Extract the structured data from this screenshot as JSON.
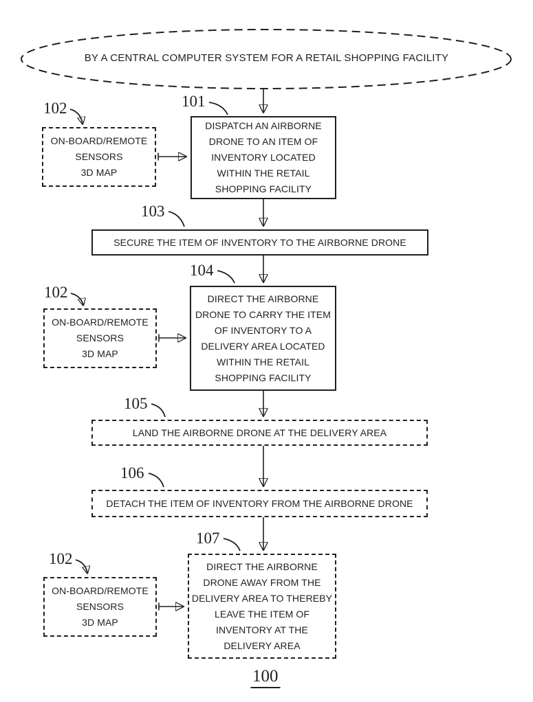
{
  "figure": {
    "number_label": "100",
    "process_oval": {
      "text": "BY A CENTRAL COMPUTER SYSTEM FOR A RETAIL SHOPPING FACILITY"
    },
    "steps": [
      {
        "ref": "101",
        "border": "solid",
        "lines": [
          "DISPATCH AN AIRBORNE",
          "DRONE TO AN ITEM OF",
          "INVENTORY LOCATED",
          "WITHIN THE RETAIL",
          "SHOPPING FACILITY"
        ]
      },
      {
        "ref": "103",
        "border": "solid",
        "lines": [
          "SECURE THE ITEM OF INVENTORY TO THE AIRBORNE DRONE"
        ]
      },
      {
        "ref": "104",
        "border": "solid",
        "lines": [
          "DIRECT THE AIRBORNE",
          "DRONE TO CARRY THE ITEM",
          "OF INVENTORY TO A",
          "DELIVERY AREA LOCATED",
          "WITHIN THE RETAIL",
          "SHOPPING FACILITY"
        ]
      },
      {
        "ref": "105",
        "border": "dashed",
        "lines": [
          "LAND THE AIRBORNE DRONE AT THE DELIVERY AREA"
        ]
      },
      {
        "ref": "106",
        "border": "dashed",
        "lines": [
          "DETACH THE ITEM OF INVENTORY FROM THE AIRBORNE DRONE"
        ]
      },
      {
        "ref": "107",
        "border": "dashed",
        "lines": [
          "DIRECT THE AIRBORNE",
          "DRONE AWAY FROM THE",
          "DELIVERY AREA TO THEREBY",
          "LEAVE THE ITEM OF",
          "INVENTORY AT THE",
          "DELIVERY AREA"
        ]
      }
    ],
    "sensor_box": {
      "ref": "102",
      "lines": [
        "ON-BOARD/REMOTE",
        "SENSORS",
        "3D MAP"
      ]
    },
    "colors": {
      "ink": "#1f1f1f",
      "paper": "#ffffff"
    }
  }
}
